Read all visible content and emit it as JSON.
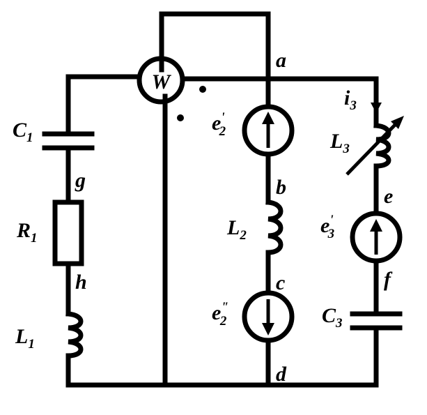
{
  "wattmeter": {
    "symbol": "W"
  },
  "nodes": {
    "a": "a",
    "b": "b",
    "c": "c",
    "d": "d",
    "e": "e",
    "f": "f",
    "g": "g",
    "h": "h"
  },
  "components": {
    "C1": {
      "main": "C",
      "sub": "1"
    },
    "R1": {
      "main": "R",
      "sub": "1"
    },
    "L1": {
      "main": "L",
      "sub": "1"
    },
    "L2": {
      "main": "L",
      "sub": "2"
    },
    "L3": {
      "main": "L",
      "sub": "3"
    },
    "C3": {
      "main": "C",
      "sub": "3"
    },
    "e2p": {
      "main": "e",
      "sub": "2",
      "prime": "'"
    },
    "e2pp": {
      "main": "e",
      "sub": "2",
      "prime": "\""
    },
    "e3p": {
      "main": "e",
      "sub": "3",
      "prime": "'"
    },
    "i3": {
      "main": "i",
      "sub": "3"
    }
  }
}
